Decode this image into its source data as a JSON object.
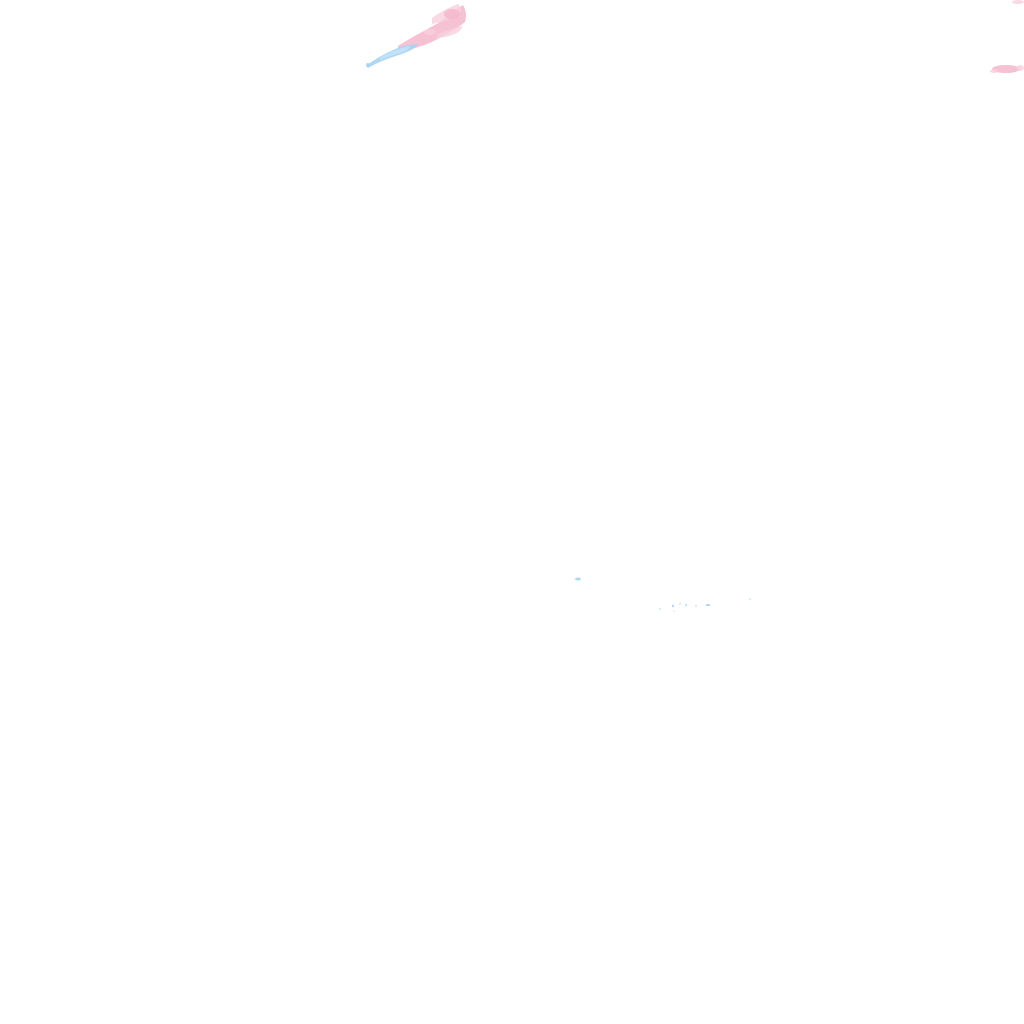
{
  "scene": {
    "background_color": "#ffffff",
    "pink_color": "#f4b7cb",
    "pink_light_color": "#f8cfdc",
    "blue_color": "#a8d4f2",
    "blue_light_color": "#c6e4f7",
    "elements": [
      "pink-streak",
      "blue-streak",
      "pink-smudge",
      "blue-specks"
    ]
  }
}
